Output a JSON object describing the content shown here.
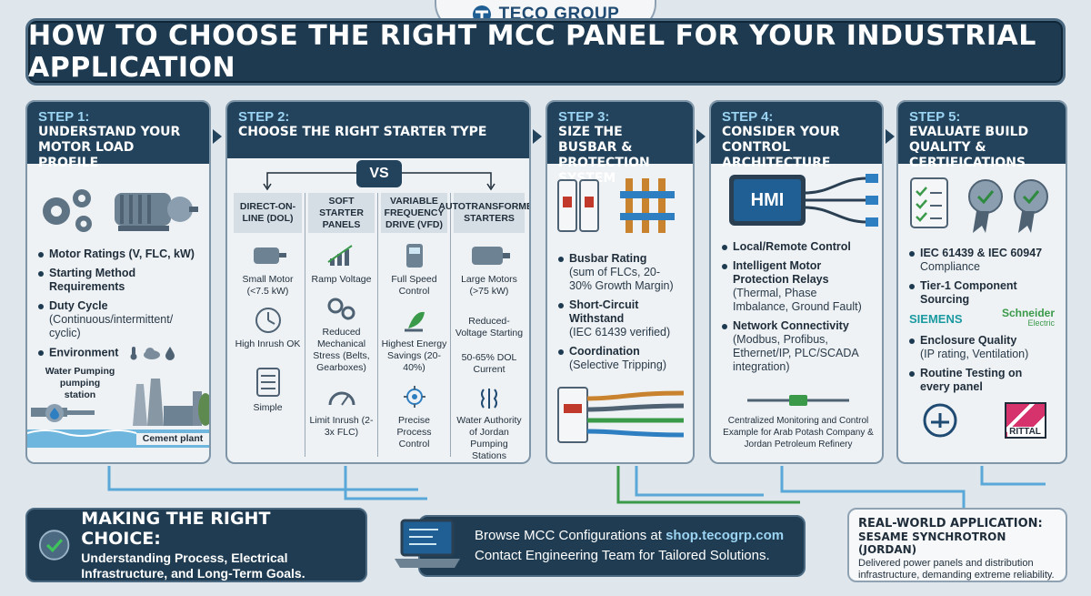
{
  "brand": {
    "name": "TECO GROUP"
  },
  "title": "HOW TO CHOOSE THE RIGHT MCC PANEL FOR YOUR INDUSTRIAL APPLICATION",
  "steps": [
    {
      "label": "STEP 1:",
      "title_lines": [
        "UNDERSTAND YOUR",
        "MOTOR LOAD PROFILE"
      ],
      "bullets": [
        {
          "title": "Motor Ratings (V, FLC, kW)",
          "sub": ""
        },
        {
          "title": "Starting Method Requirements",
          "sub": ""
        },
        {
          "title": "Duty Cycle",
          "sub": "(Continuous/intermittent/ cyclic)"
        },
        {
          "title": "Environment",
          "sub": ""
        }
      ],
      "captions": [
        "Water Pumping pumping station",
        "Cement plant"
      ]
    },
    {
      "label": "STEP 2:",
      "title_lines": [
        "CHOOSE THE RIGHT STARTER TYPE"
      ],
      "vs": "VS",
      "columns": [
        {
          "head": "DIRECT-ON-LINE (DOL)",
          "items": [
            "Small Motor (<7.5 kW)",
            "High Inrush OK",
            "Simple"
          ]
        },
        {
          "head": "SOFT STARTER PANELS",
          "items": [
            "Ramp Voltage",
            "Reduced Mechanical Stress (Belts, Gearboxes)",
            "Limit Inrush (2-3x FLC)"
          ]
        },
        {
          "head": "VARIABLE FREQUENCY DRIVE (VFD)",
          "items": [
            "Full Speed Control",
            "Highest Energy Savings (20-40%)",
            "Precise Process Control"
          ]
        },
        {
          "head": "AUTOTRANSFORMER STARTERS",
          "items": [
            "Large Motors (>75 kW)",
            "Reduced-Voltage Starting",
            "50-65% DOL Current",
            "Water Authority of Jordan Pumping Stations Example"
          ]
        }
      ]
    },
    {
      "label": "STEP 3:",
      "title_lines": [
        "SIZE THE BUSBAR &",
        "PROTECTION SYSTEM"
      ],
      "bullets": [
        {
          "title": "Busbar Rating",
          "sub": "(sum of FLCs, 20-30% Growth Margin)"
        },
        {
          "title": "Short-Circuit Withstand",
          "sub": "(IEC 61439 verified)"
        },
        {
          "title": "Coordination",
          "sub": "(Selective Tripping)"
        }
      ]
    },
    {
      "label": "STEP 4:",
      "title_lines": [
        "CONSIDER YOUR",
        "CONTROL ARCHITECTURE"
      ],
      "hmi": "HMI",
      "bullets": [
        {
          "title": "Local/Remote Control",
          "sub": ""
        },
        {
          "title": "Intelligent Motor Protection Relays",
          "sub": "(Thermal, Phase Imbalance, Ground Fault)"
        },
        {
          "title": "Network Connectivity",
          "sub": "(Modbus, Profibus, Ethernet/IP, PLC/SCADA integration)"
        }
      ],
      "caption": "Centralized Monitoring and Control Example for Arab Potash Company & Jordan Petroleum Refinery"
    },
    {
      "label": "STEP 5:",
      "title_lines": [
        "EVALUATE BUILD",
        "QUALITY & CERTIFICATIONS"
      ],
      "bullets": [
        {
          "title": "IEC 61439 & IEC 60947",
          "sub": "Compliance"
        },
        {
          "title": "Tier-1 Component Sourcing",
          "sub": ""
        },
        {
          "title": "Enclosure Quality",
          "sub": "(IP rating, Ventilation)"
        },
        {
          "title": "Routine Testing on every panel",
          "sub": ""
        }
      ],
      "logos": {
        "siemens": "SIEMENS",
        "schneider": "Schneider",
        "schneider_sub": "Electric",
        "rittal": "RITTAL"
      }
    }
  ],
  "bottom": {
    "choice_title": "MAKING THE RIGHT CHOICE:",
    "choice_sub": "Understanding Process, Electrical Infrastructure, and Long-Term Goals.",
    "browse_prefix": "Browse MCC Configurations at ",
    "browse_url": "shop.tecogrp.com",
    "contact": "Contact Engineering Team for Tailored Solutions.",
    "rw_title_1": "REAL-WORLD APPLICATION:",
    "rw_title_2": "SESAME SYNCHROTRON (JORDAN)",
    "rw_sub": "Delivered power panels and distribution infrastructure, demanding extreme reliability."
  }
}
